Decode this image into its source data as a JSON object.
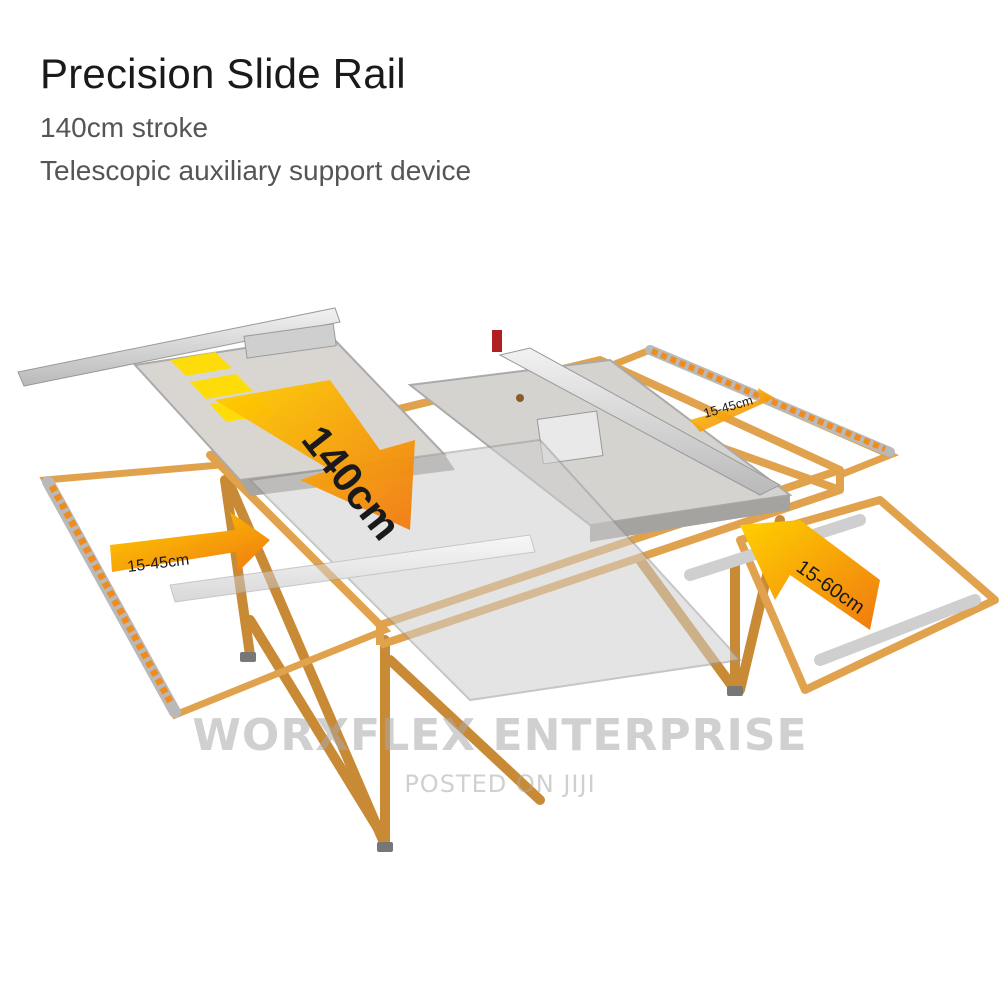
{
  "header": {
    "title": "Precision Slide Rail",
    "line1": "140cm stroke",
    "line2": "Telescopic auxiliary support device"
  },
  "annotations": {
    "main_stroke": "140cm",
    "left_extension": "15-45cm",
    "right_back_extension": "15-45cm",
    "right_front_extension": "15-60cm"
  },
  "watermark": {
    "brand": "WORXFLEX ENTERPRISE",
    "posted": "POSTED ON JIJI"
  },
  "colors": {
    "frame": "#e0a24c",
    "frame_dark": "#b87a2a",
    "arrow": "#f08c1e",
    "label_bg": "#ffdd00",
    "table_top": "#d9d6d1",
    "glass": "#c8c8c8"
  }
}
